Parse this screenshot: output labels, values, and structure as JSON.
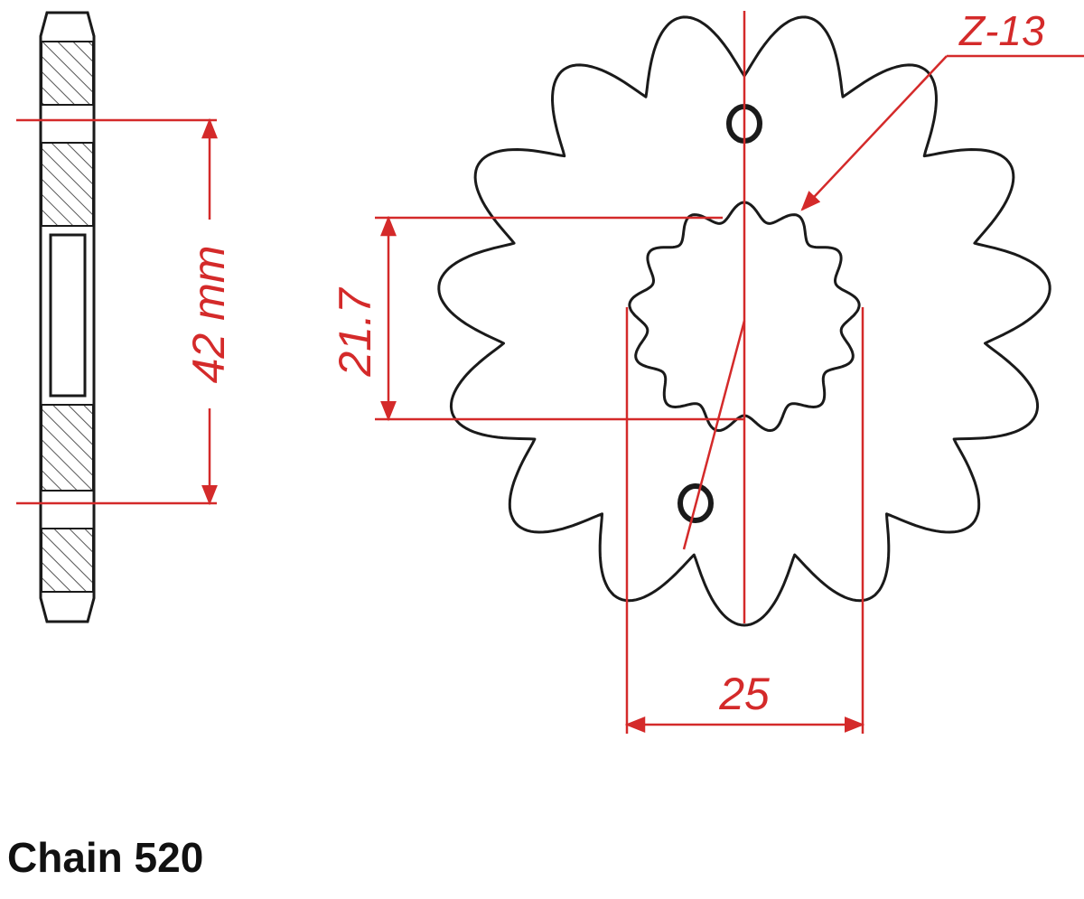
{
  "dimensions": {
    "hub_width": "42 mm",
    "spline_diameter": "21.7",
    "bore_width": "25",
    "tooth_count": "Z-13"
  },
  "caption": "Chain 520",
  "colors": {
    "outline": "#1a1a1a",
    "dimension": "#d42a2a",
    "hatch": "#555555"
  }
}
